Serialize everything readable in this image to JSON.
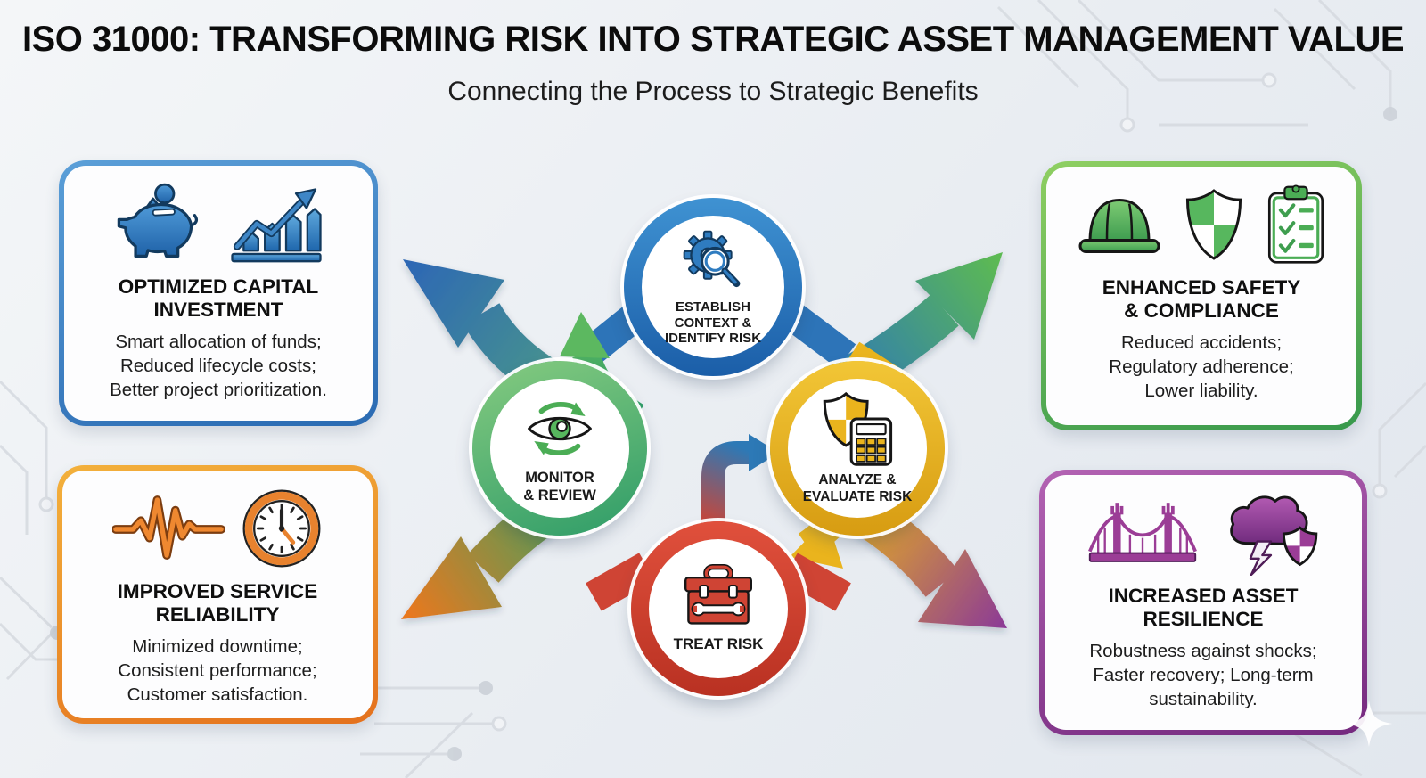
{
  "header": {
    "title": "ISO 31000: TRANSFORMING RISK INTO STRATEGIC ASSET MANAGEMENT VALUE",
    "subtitle": "Connecting the Process to Strategic Benefits"
  },
  "process": {
    "establish": {
      "label": "ESTABLISH CONTEXT & IDENTIFY RISK",
      "lines": [
        "ESTABLISH",
        "CONTEXT &",
        "IDENTIFY RISK"
      ],
      "icon": "gear-magnifier-icon",
      "ring_color": "#2d74b8"
    },
    "monitor": {
      "label": "MONITOR & REVIEW",
      "lines": [
        "MONITOR",
        "& REVIEW"
      ],
      "icon": "eye-cycle-icon",
      "ring_color": "#4aa96c"
    },
    "analyze": {
      "label": "ANALYZE & EVALUATE RISK",
      "lines": [
        "ANALYZE &",
        "EVALUATE RISK"
      ],
      "icon": "shield-calculator-icon",
      "ring_color": "#eab41d"
    },
    "treat": {
      "label": "TREAT RISK",
      "lines": [
        "TREAT RISK"
      ],
      "icon": "toolbox-icon",
      "ring_color": "#cf4434"
    }
  },
  "benefits": {
    "top_left": {
      "title": "OPTIMIZED CAPITAL INVESTMENT",
      "title_lines": [
        "OPTIMIZED CAPITAL",
        "INVESTMENT"
      ],
      "lines": [
        "Smart allocation of funds;",
        "Reduced lifecycle costs;",
        "Better project prioritization."
      ],
      "icons": [
        "piggy-bank-icon",
        "growth-chart-icon"
      ],
      "accent": "#2e6cb0"
    },
    "top_right": {
      "title": "ENHANCED SAFETY & COMPLIANCE",
      "title_lines": [
        "ENHANCED SAFETY",
        "& COMPLIANCE"
      ],
      "lines": [
        "Reduced accidents;",
        "Regulatory adherence;",
        "Lower liability."
      ],
      "icons": [
        "hard-hat-icon",
        "shield-check-icon",
        "checklist-icon"
      ],
      "accent": "#44a34f"
    },
    "bottom_left": {
      "title": "IMPROVED SERVICE RELIABILITY",
      "title_lines": [
        "IMPROVED SERVICE",
        "RELIABILITY"
      ],
      "lines": [
        "Minimized downtime;",
        "Consistent performance;",
        "Customer satisfaction."
      ],
      "icons": [
        "waveform-icon",
        "clock-icon"
      ],
      "accent": "#e87a2a"
    },
    "bottom_right": {
      "title": "INCREASED ASSET RESILIENCE",
      "title_lines": [
        "INCREASED ASSET",
        "RESILIENCE"
      ],
      "lines": [
        "Robustness against shocks;",
        "Faster recovery; Long-term",
        "sustainability."
      ],
      "icons": [
        "bridge-icon",
        "storm-shield-icon"
      ],
      "accent": "#8c3a96"
    }
  },
  "arrow_colors": {
    "to_top_left": [
      "#4d9c86",
      "#2d68b4"
    ],
    "to_top_right": [
      "#2d79b6",
      "#5dba52"
    ],
    "to_bottom_left": [
      "#42a05f",
      "#e8781f"
    ],
    "to_bottom_right": [
      "#eab31c",
      "#8c3a96"
    ],
    "treat_to_analyze": [
      "#cf4434",
      "#2d79b6"
    ]
  }
}
